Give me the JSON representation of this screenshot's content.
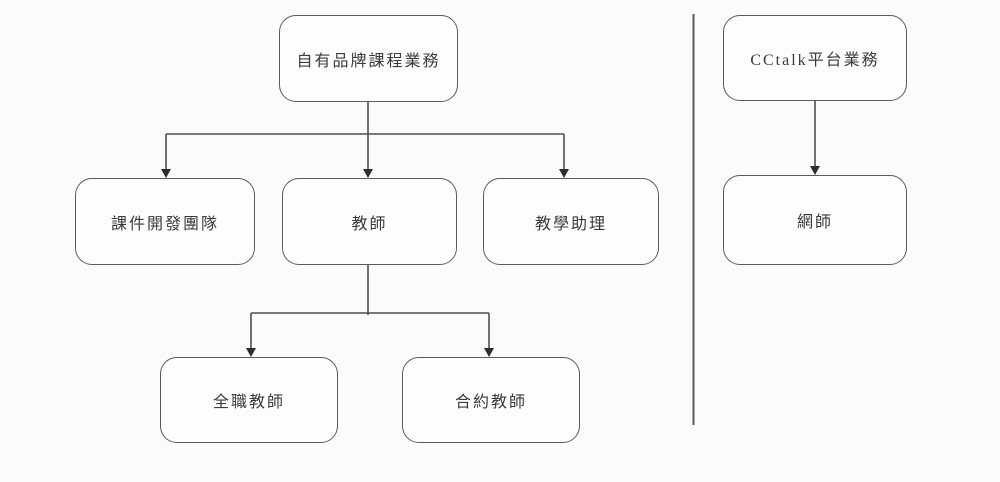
{
  "diagram": {
    "type": "org-chart",
    "left_tree": {
      "root": "自有品牌課程業務",
      "level2": [
        "課件開發團隊",
        "教師",
        "教學助理"
      ],
      "teacher_children": [
        "全職教師",
        "合約教師"
      ]
    },
    "right_tree": {
      "root": "CCtalk平台業務",
      "child": "網師"
    },
    "edges": [
      {
        "from": "自有品牌課程業務",
        "to": "課件開發團隊"
      },
      {
        "from": "自有品牌課程業務",
        "to": "教師"
      },
      {
        "from": "自有品牌課程業務",
        "to": "教學助理"
      },
      {
        "from": "教師",
        "to": "全職教師"
      },
      {
        "from": "教師",
        "to": "合約教師"
      },
      {
        "from": "CCtalk平台業務",
        "to": "網師"
      }
    ],
    "colors": {
      "line": "#4f4f4f",
      "arrow": "#2d2d2d",
      "box_border": "#5a5a5a",
      "box_fill": "#fdfdfd",
      "text": "#3a3a3a",
      "background": "#fbfbfb"
    }
  }
}
